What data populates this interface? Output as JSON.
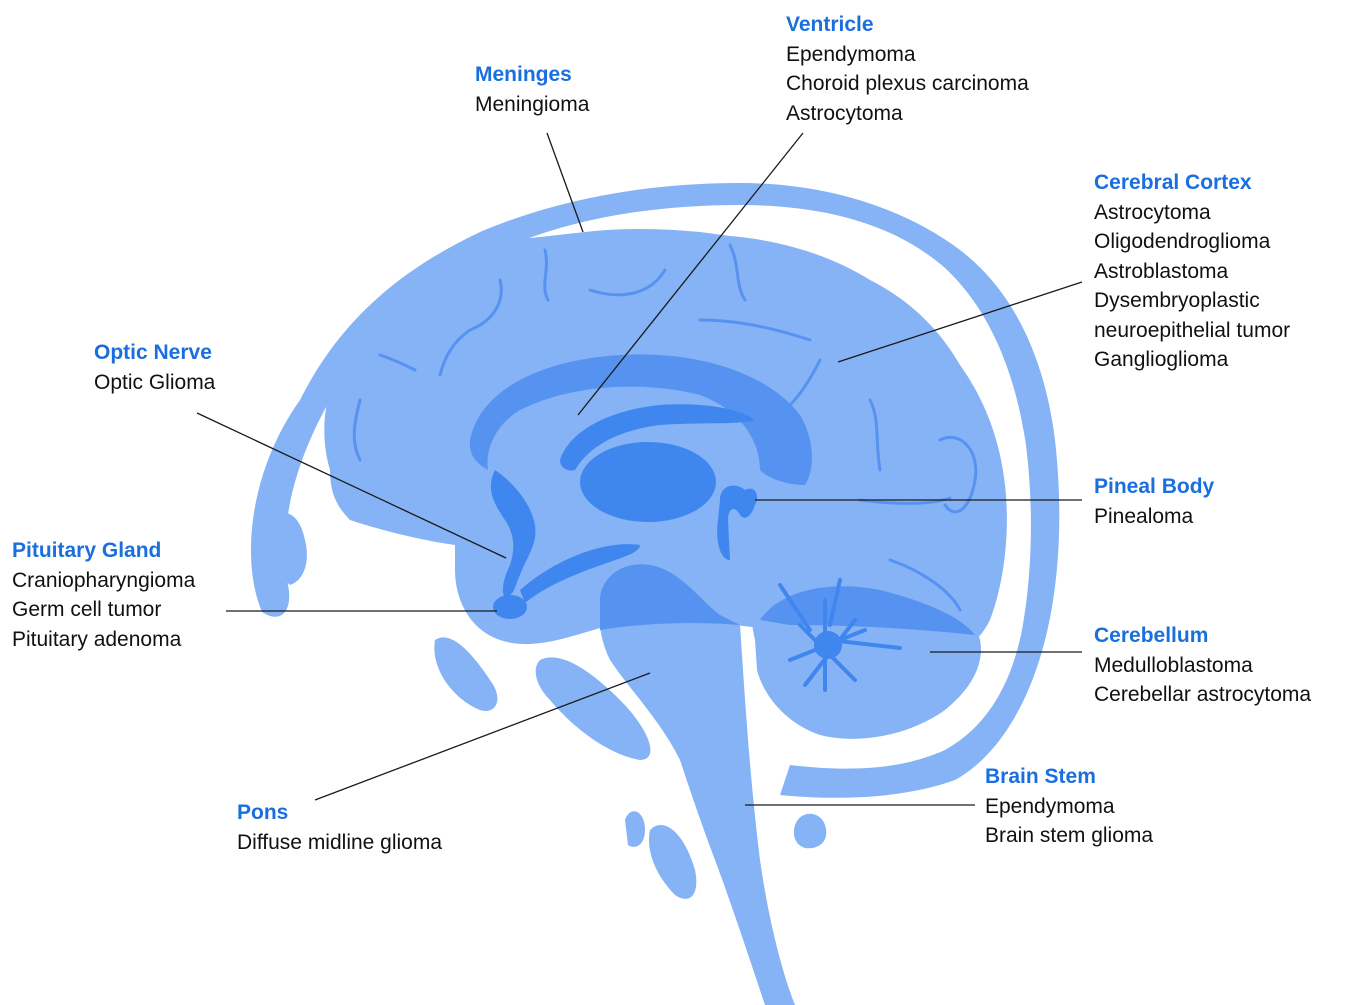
{
  "colors": {
    "accent": "#1a6fdf",
    "light_blue": "#86b3f5",
    "mid_blue": "#5693f0",
    "deep_blue": "#3f86ee",
    "text": "#111111",
    "leader_line": "#1a1a1a"
  },
  "regions": {
    "meninges": {
      "title": "Meninges",
      "items": [
        "Meningioma"
      ]
    },
    "ventricle": {
      "title": "Ventricle",
      "items": [
        "Ependymoma",
        "Choroid plexus carcinoma",
        "Astrocytoma"
      ]
    },
    "cerebral_cortex": {
      "title": "Cerebral Cortex",
      "items": [
        "Astrocytoma",
        "Oligodendroglioma",
        "Astroblastoma",
        "Dysembryoplastic",
        "neuroepithelial tumor",
        "Ganglioglioma"
      ]
    },
    "optic_nerve": {
      "title": "Optic Nerve",
      "items": [
        "Optic Glioma"
      ]
    },
    "pineal_body": {
      "title": "Pineal Body",
      "items": [
        "Pinealoma"
      ]
    },
    "pituitary_gland": {
      "title": "Pituitary Gland",
      "items": [
        "Craniopharyngioma",
        "Germ cell tumor",
        "Pituitary adenoma"
      ]
    },
    "cerebellum": {
      "title": "Cerebellum",
      "items": [
        "Medulloblastoma",
        "Cerebellar astrocytoma"
      ]
    },
    "brain_stem": {
      "title": "Brain Stem",
      "items": [
        "Ependymoma",
        "Brain stem glioma"
      ]
    },
    "pons": {
      "title": "Pons",
      "items": [
        "Diffuse midline glioma"
      ]
    }
  }
}
